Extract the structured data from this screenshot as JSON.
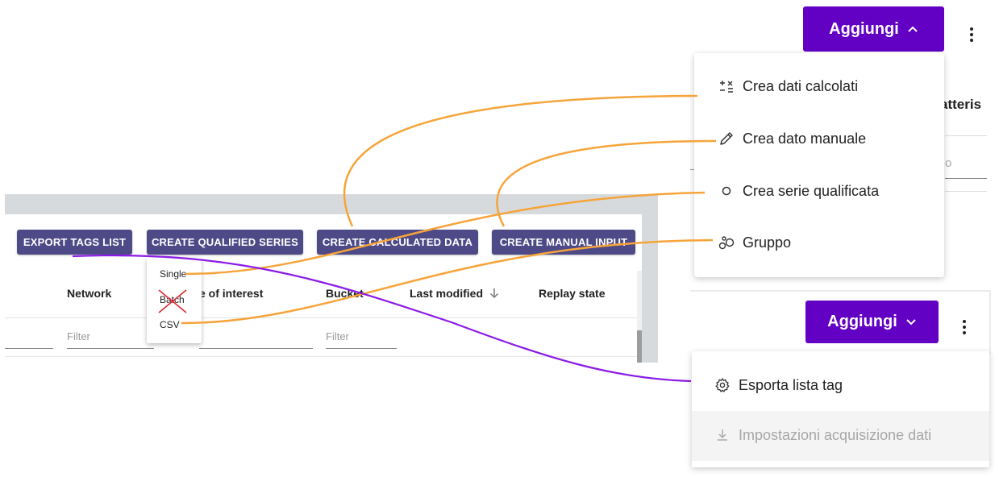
{
  "legacy": {
    "buttons": {
      "export_tags": "EXPORT TAGS LIST",
      "create_qualified": "CREATE QUALIFIED SERIES",
      "create_calculated": "CREATE CALCULATED DATA",
      "create_manual": "CREATE MANUAL INPUT"
    },
    "columns": {
      "network": "Network",
      "interest": "e of interest",
      "bucket": "Bucket",
      "last_modified": "Last modified",
      "replay_state": "Replay state"
    },
    "filter_placeholder": "Filter",
    "qualified_dropdown": {
      "single": "Single",
      "batch": "Batch",
      "csv": "CSV"
    }
  },
  "new_ui": {
    "top": {
      "add_label": "Aggiungi",
      "menu": {
        "calculated": "Crea dati calcolati",
        "manual": "Crea dato manuale",
        "qualified": "Crea serie qualificata",
        "group": "Gruppo"
      },
      "behind_text": "atteris",
      "behind_input_hint": "o"
    },
    "bottom": {
      "add_label": "Aggiungi",
      "menu": {
        "export": "Esporta lista tag",
        "acquisition": "Impostazioni acquisizione dati"
      }
    }
  },
  "colors": {
    "legacy_button": "#4e4a87",
    "primary": "#6200c4",
    "connector_orange": "#f6a43a",
    "connector_purple": "#8b1be6",
    "removed_mark": "#e0282e"
  }
}
